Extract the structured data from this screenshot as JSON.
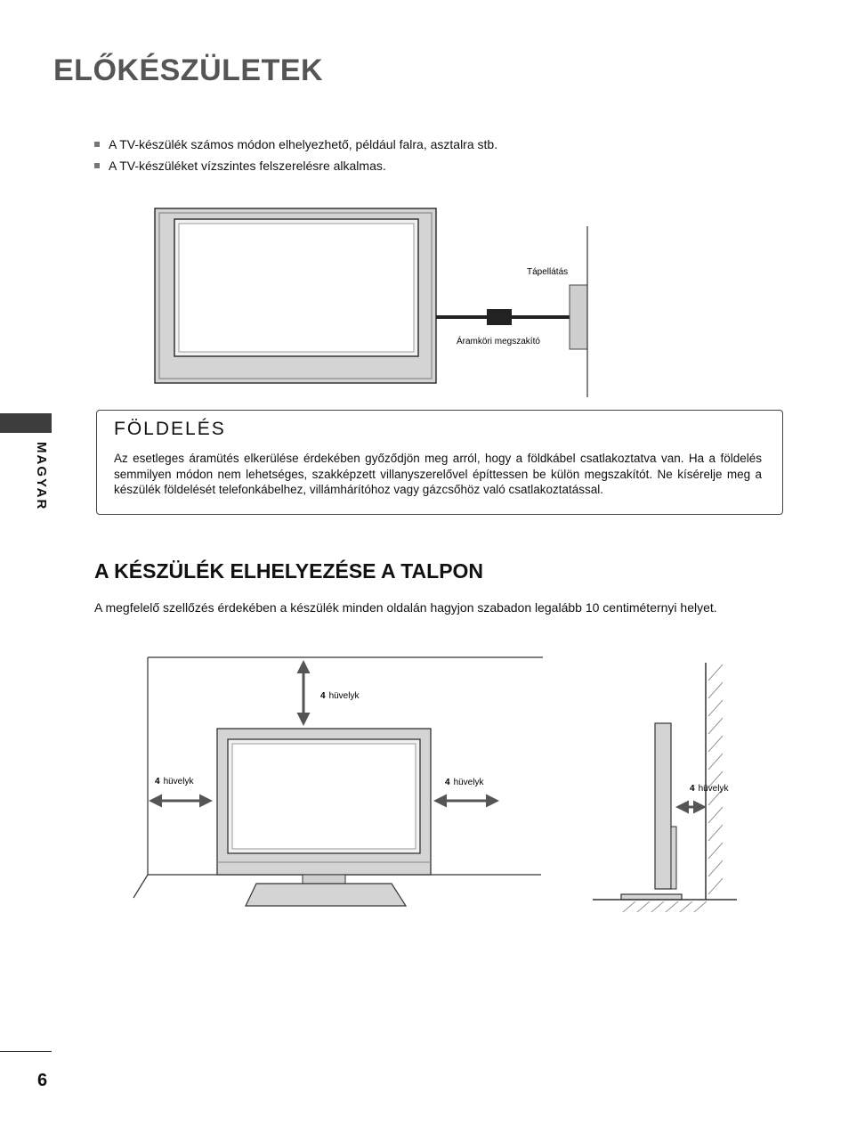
{
  "page_title": "ELŐKÉSZÜLETEK",
  "bullets": [
    "A TV-készülék számos módon elhelyezhető, például falra, asztalra stb.",
    "A TV-készüléket vízszintes felszerelésre alkalmas."
  ],
  "side_label": "MAGYAR",
  "diagram1": {
    "power_label": "Tápellátás",
    "breaker_label": "Áramköri megszakító"
  },
  "grounding": {
    "title": "FÖLDELÉS",
    "text": "Az esetleges áramütés elkerülése érdekében győződjön meg arról, hogy a földkábel csatlakoztatva van. Ha a földelés semmilyen módon nem lehetséges, szakképzett villanyszerelővel építtessen be külön megszakítót. Ne kísérelje meg a készülék földelését telefonkábelhez, villámhárítóhoz vagy gázcsőhöz való csatlakoztatással."
  },
  "stand_section": {
    "title": "A KÉSZÜLÉK ELHELYEZÉSE A TALPON",
    "text": "A megfelelő szellőzés érdekében a készülék minden oldalán hagyjon szabadon legalább 10 centiméternyi helyet."
  },
  "clearance": {
    "number": "4",
    "unit": "hüvelyk"
  },
  "page_number": "6"
}
